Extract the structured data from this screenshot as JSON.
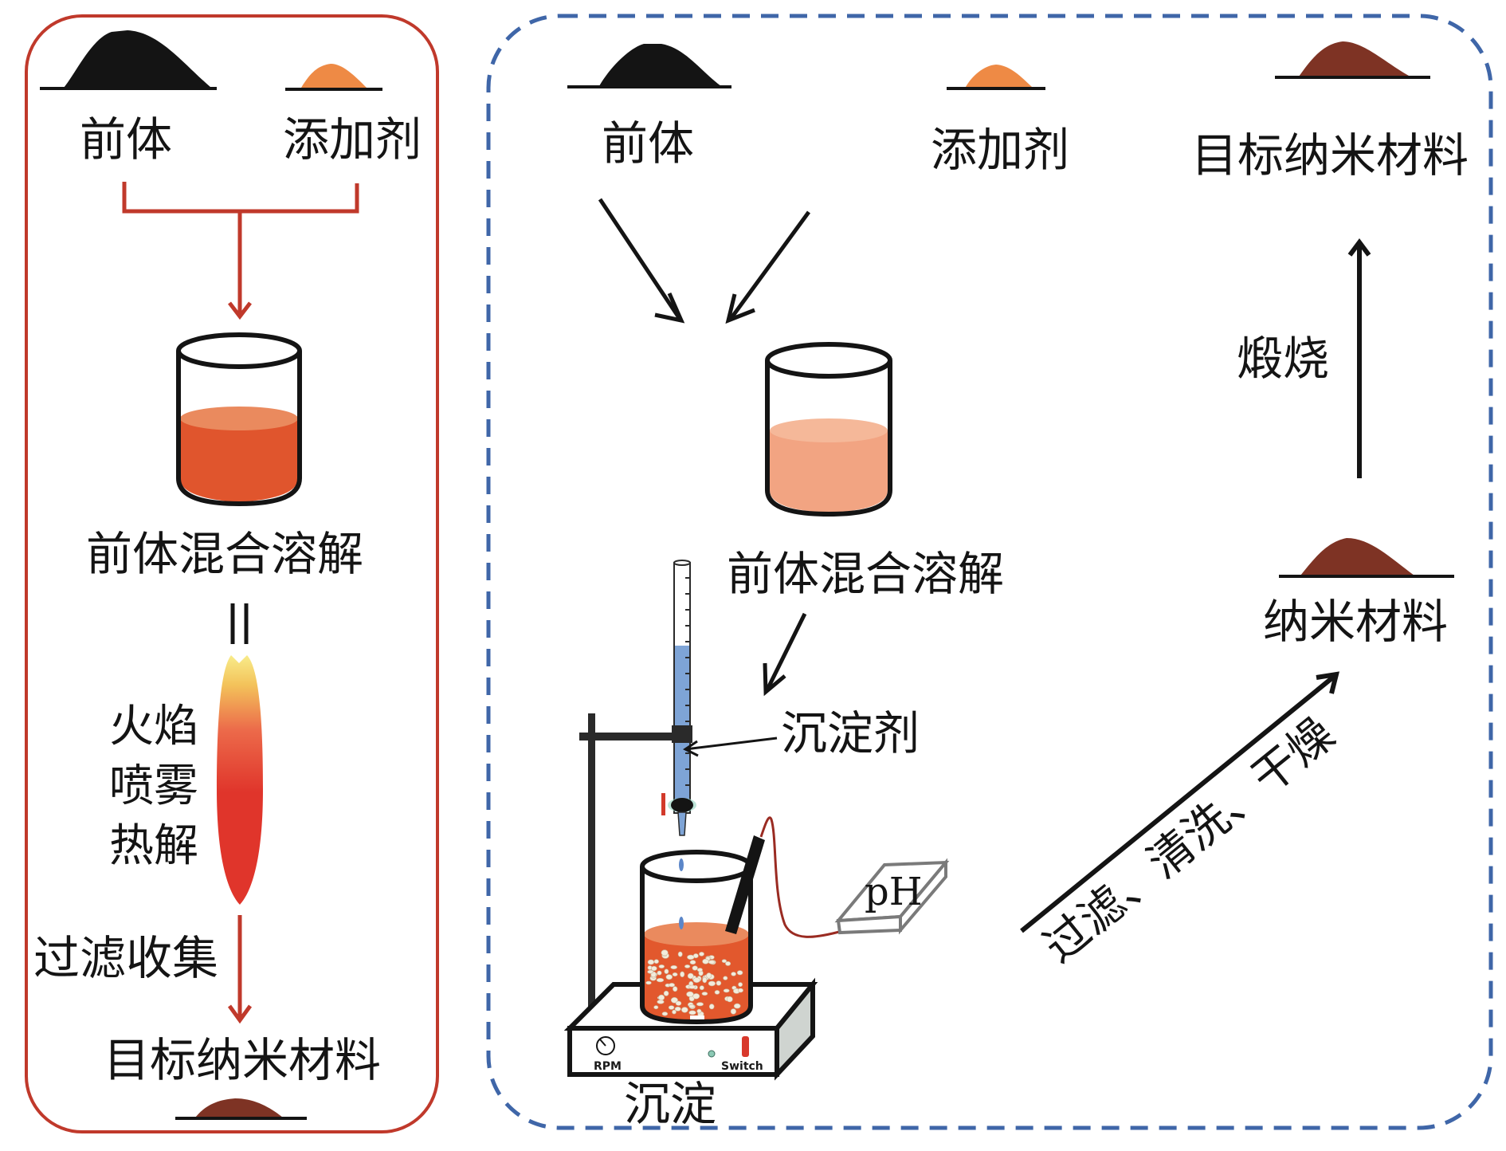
{
  "colors": {
    "left_frame": "#c0392b",
    "right_frame": "#3f66a8",
    "precursor_powder": "#141414",
    "additive_powder": "#ee8a45",
    "product_powder": "#7e3324",
    "left_solution_top": "#ea8a5e",
    "left_solution": "#e0552d",
    "right_solution_top": "#f5b899",
    "right_solution": "#f2a482",
    "precip_solution": "#e2582d",
    "burette_liquid": "#7ea4d6",
    "flame_top": "#f8ec8a",
    "flame_mid": "#ec6a4a",
    "flame_bottom": "#e0352b"
  },
  "left_panel": {
    "name": "flame-spray-pyrolysis",
    "precursor_label": "前体",
    "additive_label": "添加剂",
    "dissolve_label": "前体混合溶解",
    "flame_label_lines": [
      "火焰",
      "喷雾",
      "热解"
    ],
    "collect_label": "过滤收集",
    "product_label": "目标纳米材料"
  },
  "right_panel": {
    "name": "precipitation-method",
    "precursor_label": "前体",
    "additive_label": "添加剂",
    "target_label": "目标纳米材料",
    "calcine_label": "煅烧",
    "dissolve_label": "前体混合溶解",
    "precipitant_label": "沉淀剂",
    "ph_label": "pH",
    "rpm_label": "RPM",
    "switch_label": "Switch",
    "precipitate_label": "沉淀",
    "nano_label": "纳米材料",
    "wash_label": "过滤、清洗、干燥"
  }
}
